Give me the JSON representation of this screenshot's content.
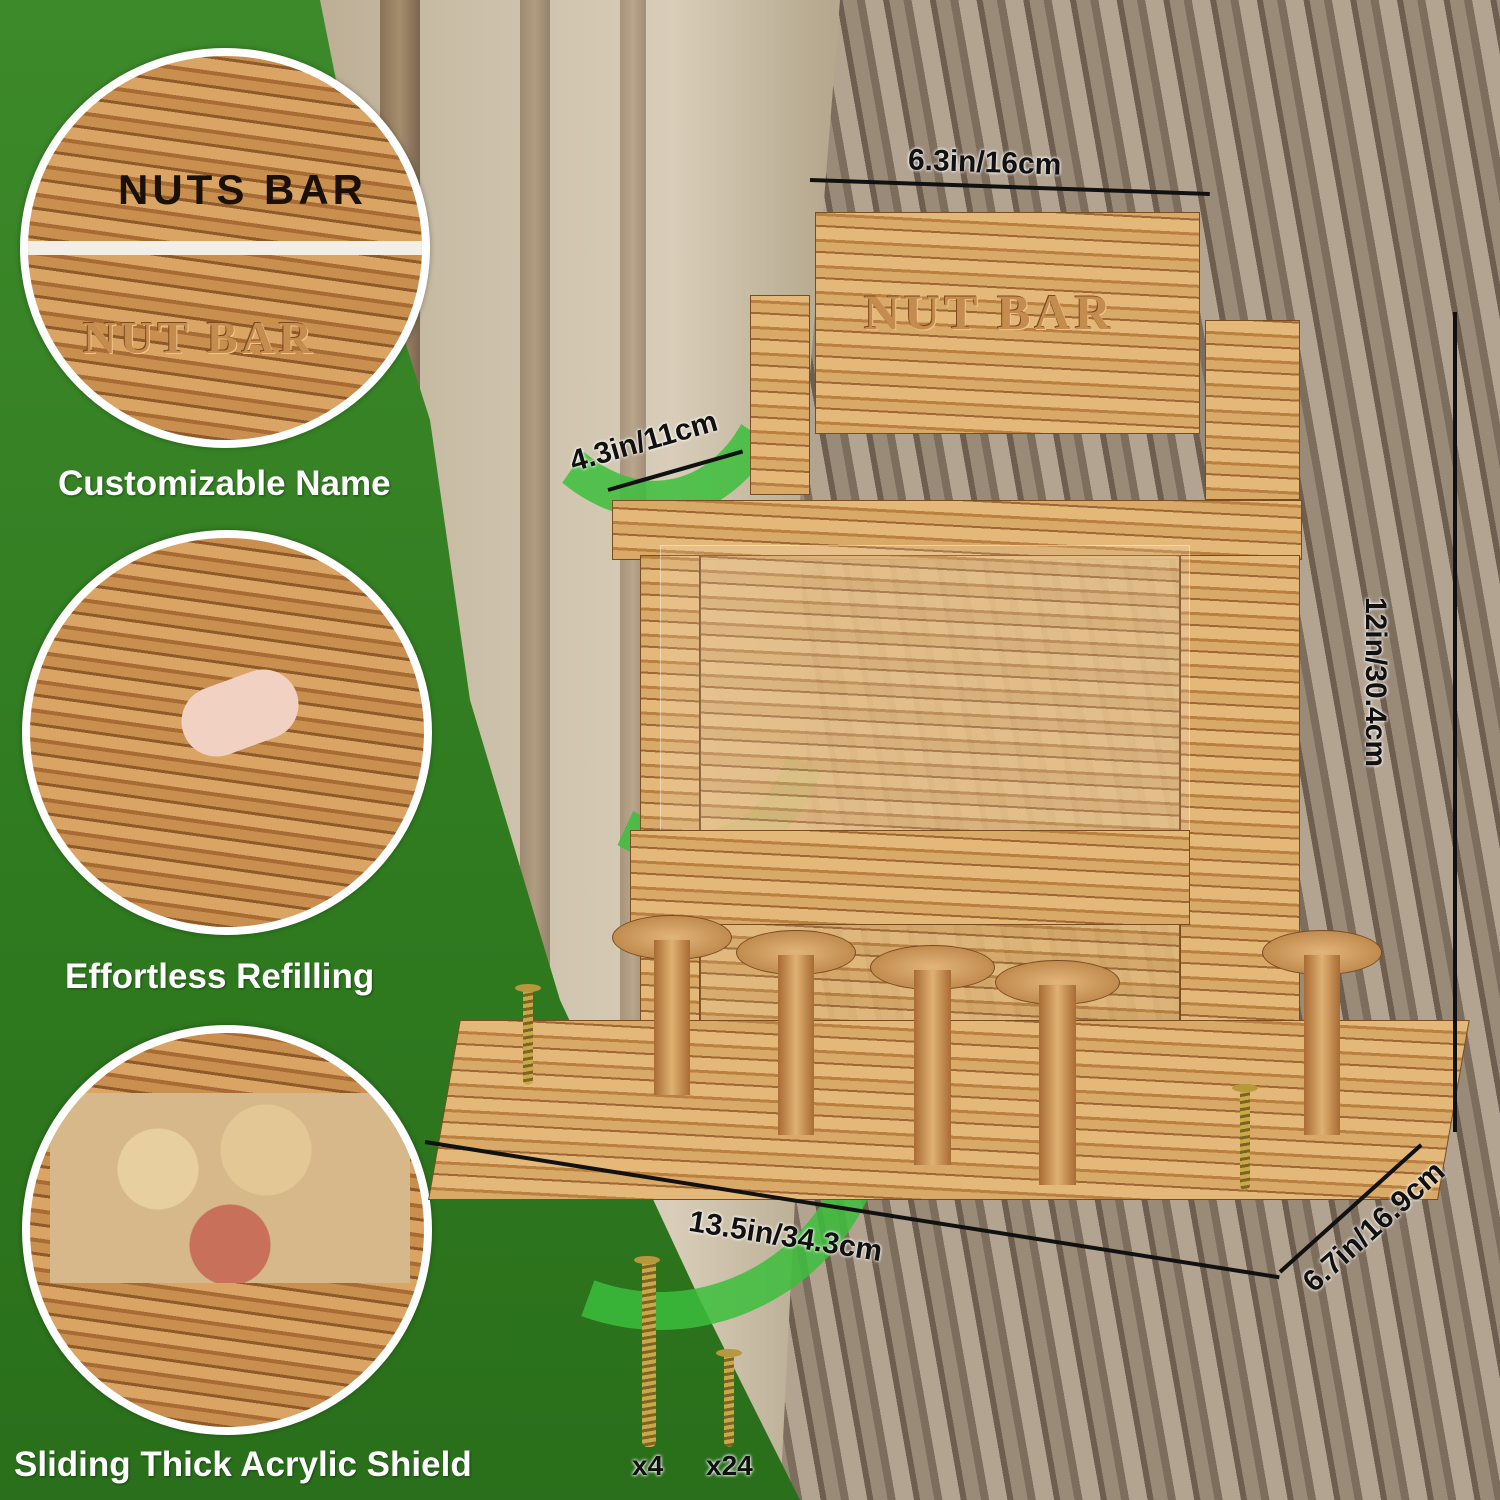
{
  "features": [
    {
      "label": "Customizable Name",
      "engraving_top": "NUTS BAR",
      "engraving_bottom": "NUT BAR"
    },
    {
      "label": "Effortless Refilling"
    },
    {
      "label": "Sliding Thick Acrylic Shield"
    }
  ],
  "product": {
    "sign": "NUT BAR"
  },
  "dimensions": {
    "sign_width": "6.3in/16cm",
    "shelf_depth": "4.3in/11cm",
    "height": "12in/30.4cm",
    "base_width": "13.5in/34.3cm",
    "base_depth": "6.7in/16.9cm"
  },
  "screws": [
    {
      "count": "x4"
    },
    {
      "count": "x24"
    }
  ],
  "colors": {
    "green": "#2f7a1f",
    "wood": "#c98f4f",
    "arrow": "#3cbe3c"
  }
}
